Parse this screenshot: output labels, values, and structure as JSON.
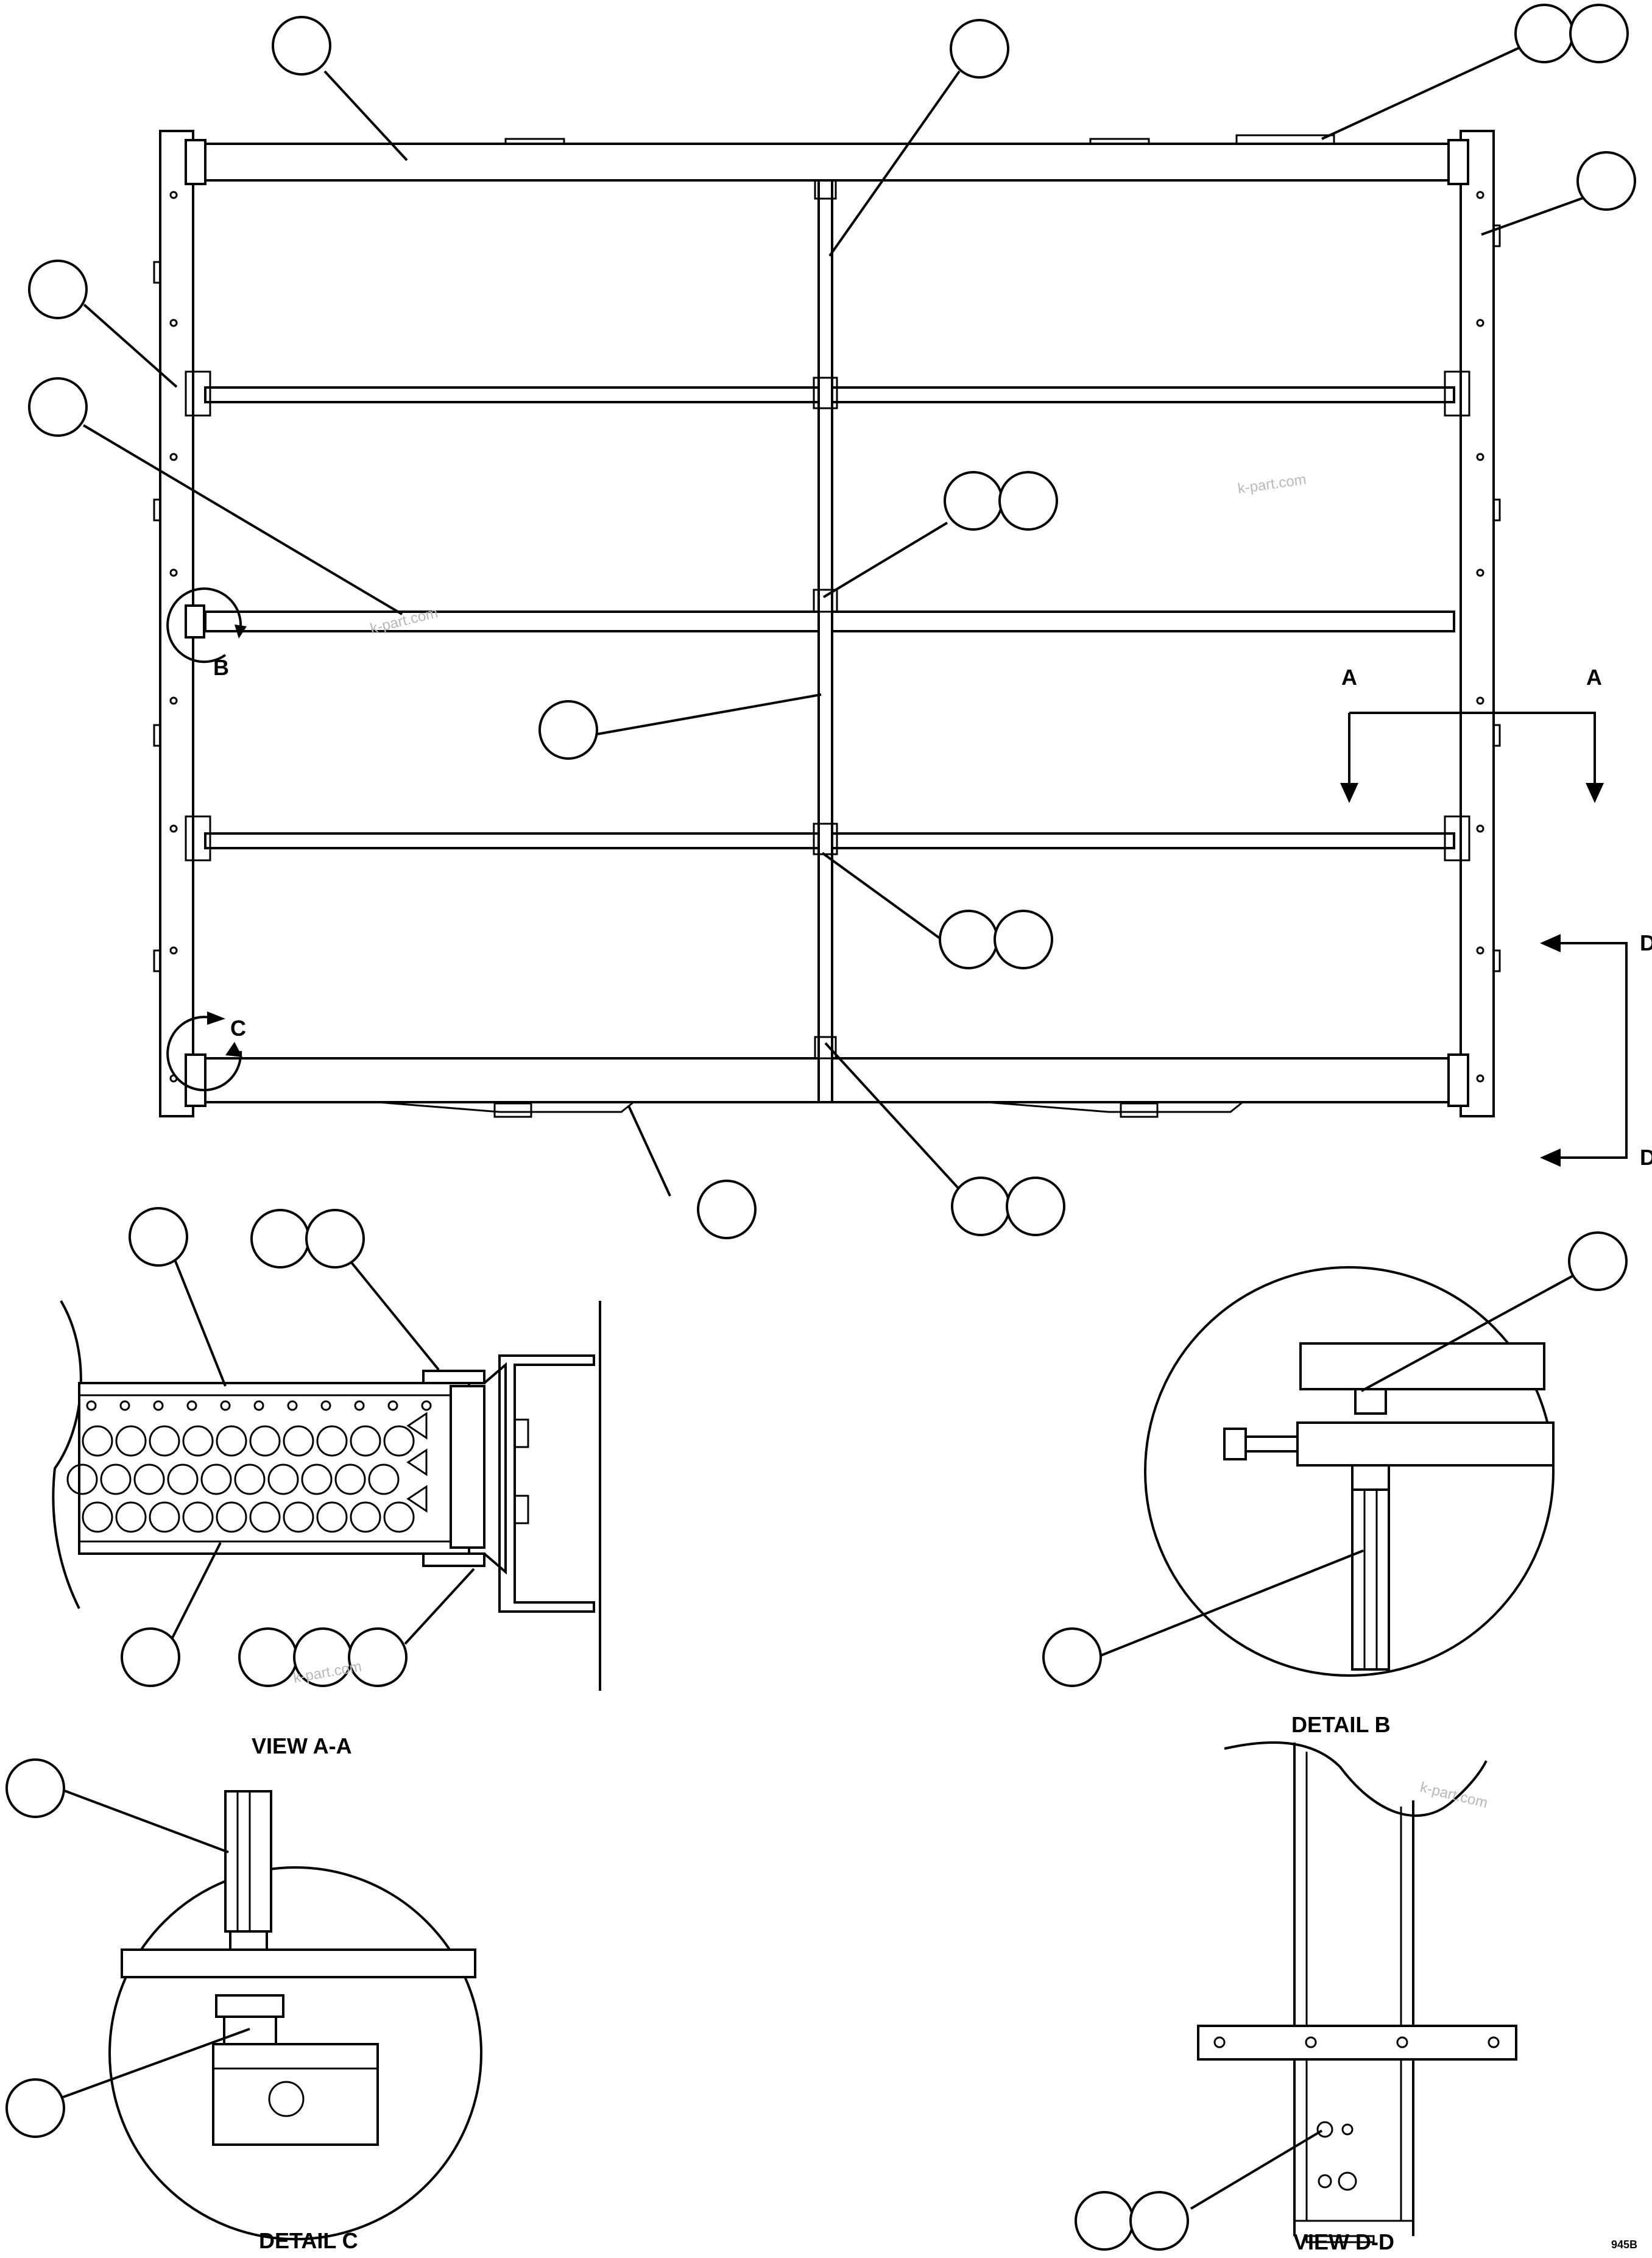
{
  "view_labels": {
    "a_left": "A",
    "a_right": "A",
    "d_top": "D",
    "d_bottom": "D",
    "b": "B",
    "c": "C"
  },
  "captions": {
    "view_aa": "VIEW A-A",
    "detail_b": "DETAIL B",
    "detail_c": "DETAIL C",
    "view_dd": "VIEW D-D"
  },
  "watermarks": [
    "k-part.com",
    "k-part.com",
    "k-part.com",
    "k-part.com"
  ],
  "figure_code": "945B",
  "arrow_icon": "arrowhead-icon"
}
